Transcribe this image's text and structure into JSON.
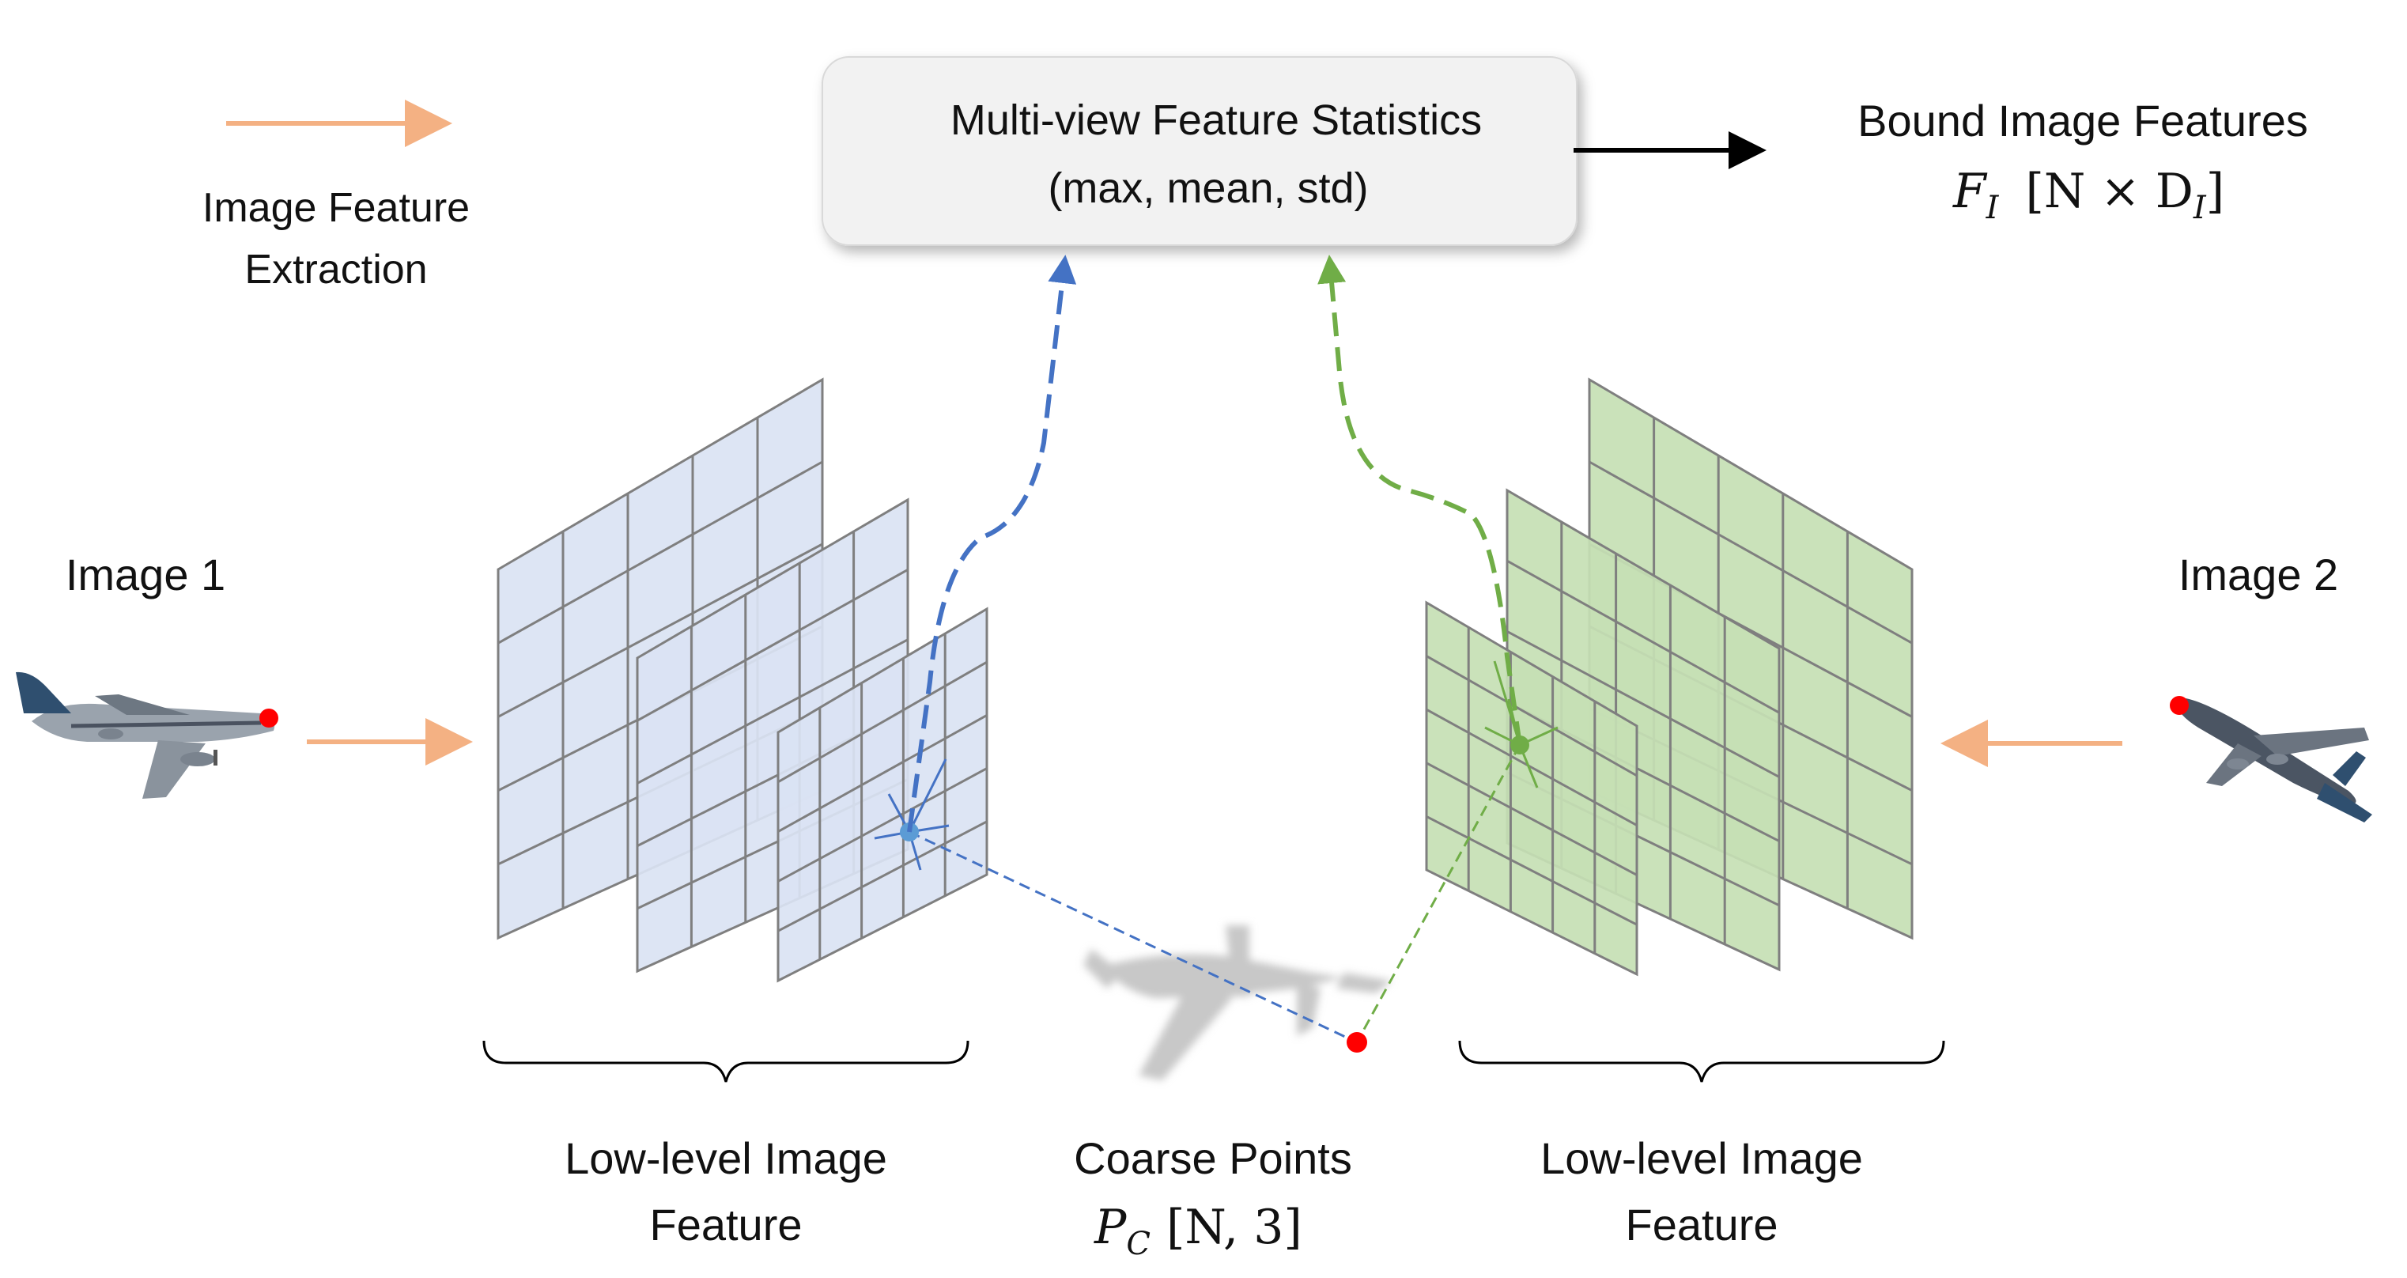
{
  "legend": {
    "label_line1": "Image Feature",
    "label_line2": "Extraction"
  },
  "stats_box": {
    "line1": "Multi-view Feature Statistics",
    "line2": "(max, mean, std)"
  },
  "output": {
    "title": "Bound Image Features",
    "symbol": "F",
    "subscript": "I",
    "dims_prefix": "[N × D",
    "dims_sub": "I",
    "dims_suffix": "]"
  },
  "image1": {
    "label": "Image 1"
  },
  "image2": {
    "label": "Image 2"
  },
  "left_group": {
    "label_line1": "Low-level Image",
    "label_line2": "Feature"
  },
  "right_group": {
    "label_line1": "Low-level Image",
    "label_line2": "Feature"
  },
  "coarse": {
    "label": "Coarse Points",
    "symbol": "P",
    "subscript": "C",
    "dims": "[N, 3]"
  },
  "colors": {
    "orange_arrow": "#f4b183",
    "blue": "#4472c4",
    "blue_point": "#5b9bd5",
    "green": "#70ad47",
    "blue_plane": "#dae3f3",
    "green_plane": "#c5e0b4",
    "grid": "#7f7f7f",
    "red_point": "#ff0000"
  }
}
